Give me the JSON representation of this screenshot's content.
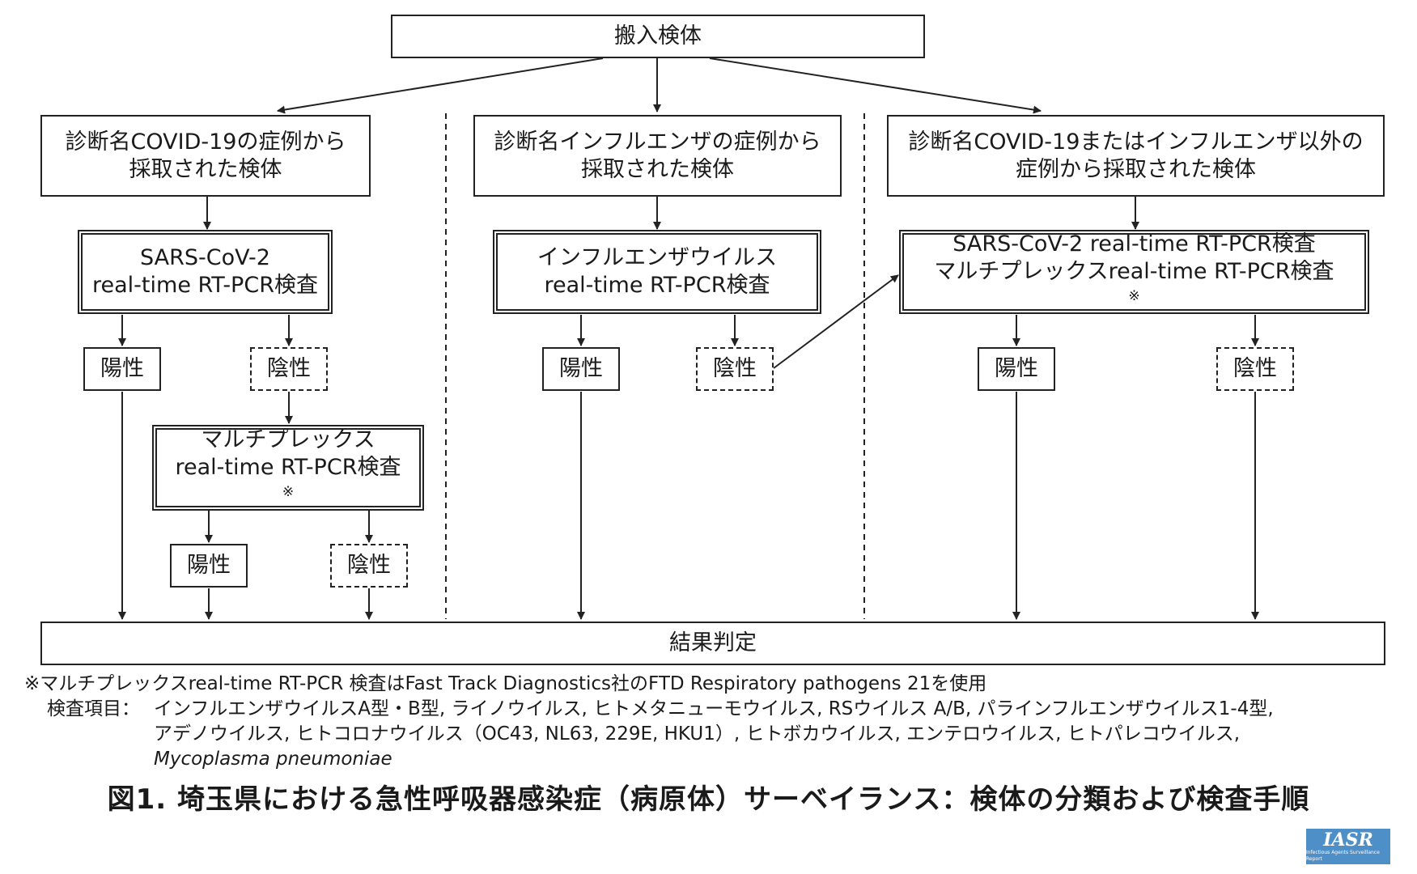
{
  "nodes": {
    "intake": "搬入検体",
    "covid_case": [
      "診断名COVID-19の症例から",
      "採取された検体"
    ],
    "flu_case": [
      "診断名インフルエンザの症例から",
      "採取された検体"
    ],
    "other_case": [
      "診断名COVID-19またはインフルエンザ以外の",
      "症例から採取された検体"
    ],
    "sars_pcr": [
      "SARS-CoV-2",
      "real-time RT-PCR検査"
    ],
    "flu_pcr": [
      "インフルエンザウイルス",
      "real-time RT-PCR検査"
    ],
    "other_pcr": [
      "SARS-CoV-2 real-time RT-PCR検査",
      "マルチプレックスreal-time RT-PCR検査"
    ],
    "multiplex_pcr": [
      "マルチプレックス",
      "real-time RT-PCR検査"
    ],
    "footnote_mark": "※",
    "positive": "陽性",
    "negative": "陰性",
    "result": "結果判定"
  },
  "notes": {
    "head": "※マルチプレックスreal-time RT-PCR 検査はFast Track Diagnostics社のFTD Respiratory pathogens 21を使用",
    "label": "検査項目：",
    "lines": [
      "インフルエンザウイルスA型・B型, ライノウイルス, ヒトメタニューモウイルス, RSウイルス A/B, パラインフルエンザウイルス1-4型,",
      "アデノウイルス, ヒトコロナウイルス（OC43, NL63, 229E, HKU1）, ヒトボカウイルス, エンテロウイルス, ヒトパレコウイルス,"
    ],
    "italic_line": "Mycoplasma pneumoniae"
  },
  "caption": "図1. 埼玉県における急性呼吸器感染症（病原体）サーベイランス：検体の分類および検査手順",
  "logo": {
    "text": "IASR",
    "sub": "Infectious Agents Surveillance Report"
  },
  "colors": {
    "line": "#222222",
    "logo": "#4f8fc8"
  }
}
